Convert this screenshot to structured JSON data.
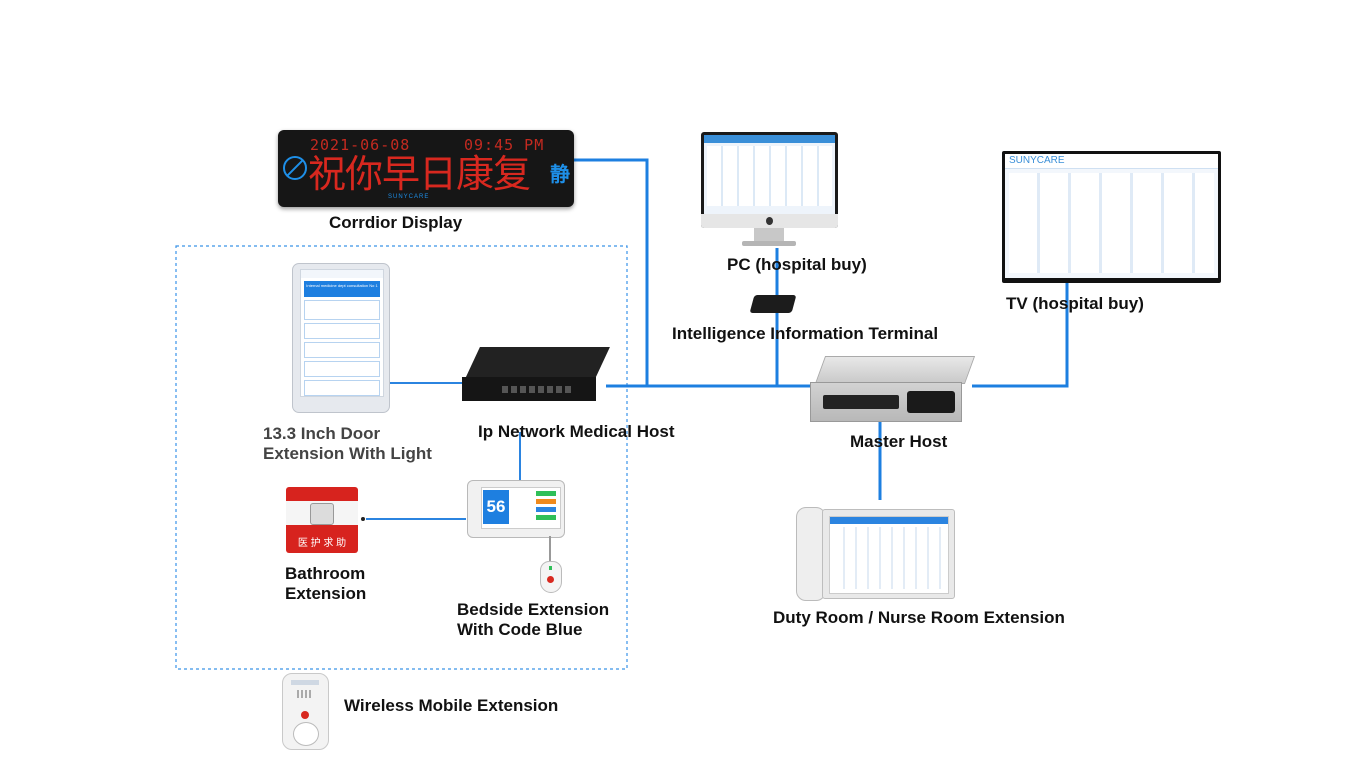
{
  "corridor_display": {
    "label": "Corrdior Display",
    "date": "2021-06-08",
    "time": "09:45 PM",
    "message": "祝你早日康复",
    "quiet": "静",
    "brand": "SUNYCARE"
  },
  "pc": {
    "label": "PC (hospital buy)"
  },
  "tv": {
    "label": "TV  (hospital buy)",
    "brand": "SUNYCARE"
  },
  "terminal": {
    "label": "Intelligence Information Terminal"
  },
  "master_host": {
    "label": "Master Host"
  },
  "ip_host": {
    "label": "Ip Network Medical Host"
  },
  "door_extension": {
    "label_line1": "13.3 Inch Door",
    "label_line2": "Extension With Light",
    "screen_header": "Internal medicine dept consultation No 1"
  },
  "bathroom_extension": {
    "label_line1": "Bathroom",
    "label_line2": "Extension",
    "panel_text": "医 护 求 助"
  },
  "bedside_extension": {
    "label_line1": "Bedside Extension",
    "label_line2": "With Code Blue",
    "bed_number": "56"
  },
  "duty_room": {
    "label": "Duty Room / Nurse Room Extension"
  },
  "wireless": {
    "label": "Wireless Mobile Extension"
  },
  "colors": {
    "line": "#1d7fe0",
    "led_red": "#d8281f",
    "led_blue": "#1e8fe8"
  }
}
